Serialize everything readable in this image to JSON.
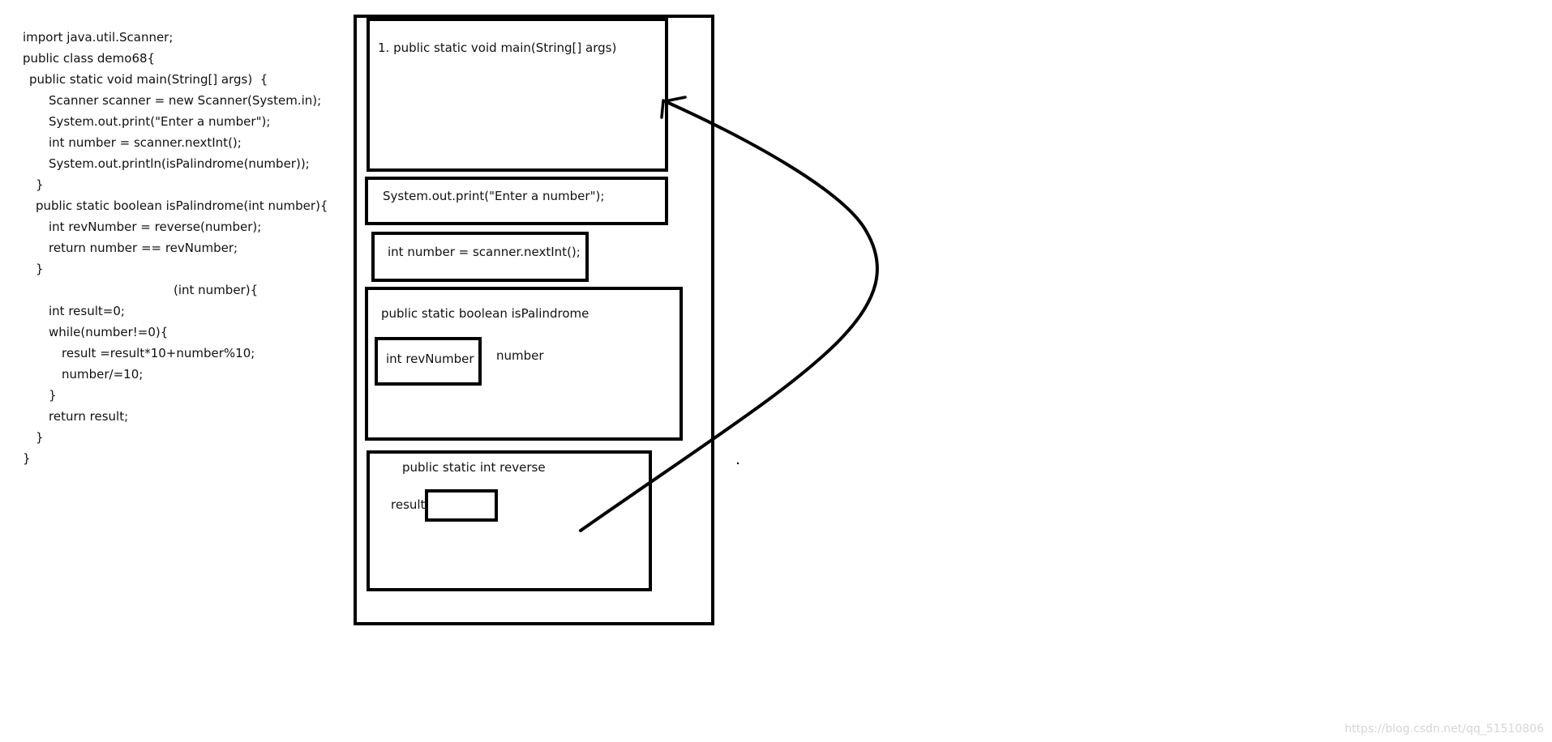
{
  "code_lines": [
    "import java.util.Scanner;",
    "public class demo68{",
    "public static void main(String[] args)  {",
    "Scanner scanner = new Scanner(System.in);",
    "System.out.print(\"Enter a number\");",
    "int number = scanner.nextInt();",
    "System.out.println(isPalindrome(number));",
    "}",
    "public static boolean isPalindrome(int number){",
    "int revNumber = reverse(number);",
    "return number == revNumber;",
    "}",
    "(int number){",
    "int result=0;",
    "while(number!=0){",
    "result =result*10+number%10;",
    "number/=10;",
    "}",
    "return result;",
    "}",
    "}"
  ],
  "frames": {
    "main_label": "1. public static void main(String[] args)",
    "print_label": "System.out.print(\"Enter a number\");",
    "nextint_label": "int number = scanner.nextInt();",
    "palindrome_label": "public static boolean isPalindrome",
    "revnumber_label": "int revNumber",
    "number_label": "number",
    "reverse_label": "public static int reverse",
    "result_label": "result"
  },
  "watermark": "https://blog.csdn.net/qq_51510806"
}
